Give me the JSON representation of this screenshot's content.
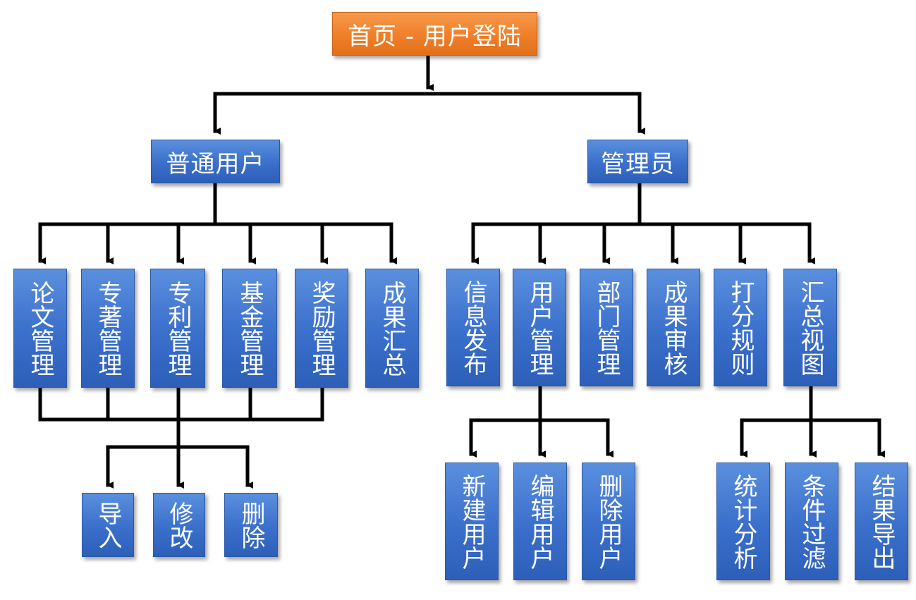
{
  "root": {
    "label": "首页 - 用户登陆"
  },
  "user": {
    "label": "普通用户",
    "modules": [
      {
        "label": "论文管理"
      },
      {
        "label": "专著管理"
      },
      {
        "label": "专利管理"
      },
      {
        "label": "基金管理"
      },
      {
        "label": "奖励管理"
      },
      {
        "label": "成果汇总"
      }
    ],
    "actions": [
      {
        "label": "导入"
      },
      {
        "label": "修改"
      },
      {
        "label": "删除"
      }
    ]
  },
  "admin": {
    "label": "管理员",
    "modules": [
      {
        "label": "信息发布"
      },
      {
        "label": "用户管理"
      },
      {
        "label": "部门管理"
      },
      {
        "label": "成果审核"
      },
      {
        "label": "打分规则"
      },
      {
        "label": "汇总视图"
      }
    ],
    "user_actions": [
      {
        "label": "新建用户"
      },
      {
        "label": "编辑用户"
      },
      {
        "label": "删除用户"
      }
    ],
    "summary_actions": [
      {
        "label": "统计分析"
      },
      {
        "label": "条件过滤"
      },
      {
        "label": "结果导出"
      }
    ]
  },
  "colors": {
    "root_fill": "#ef7f2a",
    "node_fill": "#3a6fcb",
    "connector": "#000000",
    "text": "#ffffff"
  }
}
